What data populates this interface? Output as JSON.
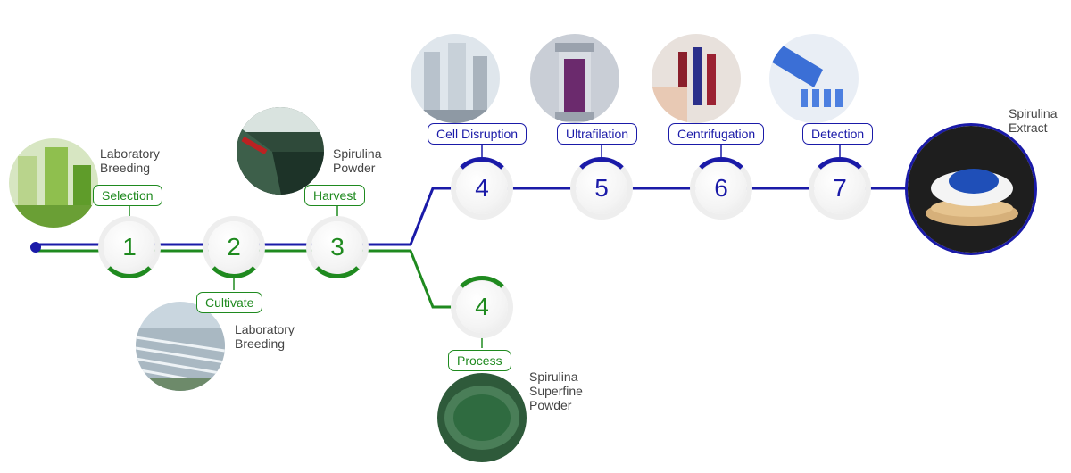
{
  "steps": {
    "s1": {
      "number": "1",
      "label": "Selection",
      "caption": [
        "Laboratory",
        "Breeding"
      ]
    },
    "s2": {
      "number": "2",
      "label": "Cultivate",
      "caption": [
        "Laboratory",
        "Breeding"
      ]
    },
    "s3": {
      "number": "3",
      "label": "Harvest",
      "caption": [
        "Spirulina",
        "Powder"
      ]
    },
    "s4a": {
      "number": "4",
      "label": "Cell Disruption"
    },
    "s5": {
      "number": "5",
      "label": "Ultrafilation"
    },
    "s6": {
      "number": "6",
      "label": "Centrifugation"
    },
    "s7": {
      "number": "7",
      "label": "Detection"
    },
    "s4b": {
      "number": "4",
      "label": "Process",
      "caption": [
        "Spirulina",
        "Superfine",
        "Powder"
      ]
    }
  },
  "final": {
    "caption": [
      "Spirulina",
      "Extract"
    ]
  },
  "colors": {
    "green": "#1f8a1f",
    "blue": "#1a1aa8"
  }
}
